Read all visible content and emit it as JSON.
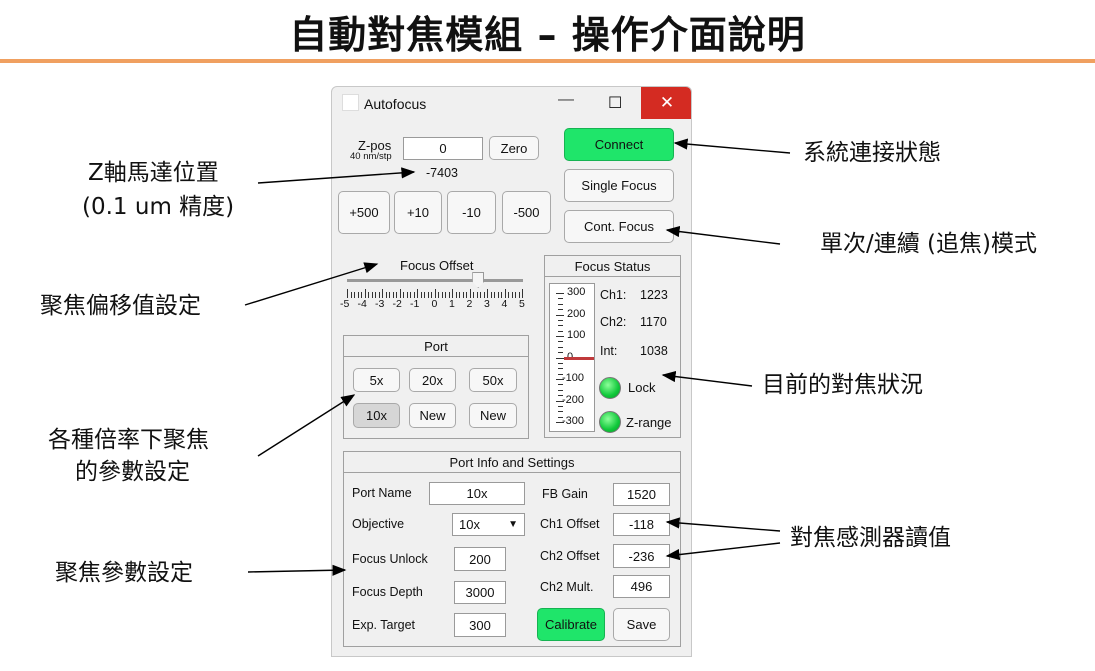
{
  "slide": {
    "title": "自動對焦模組 – 操作介面說明"
  },
  "notes": {
    "connect": "系統連接狀態",
    "zpos_line1": "Z軸馬達位置",
    "zpos_line2": "(0.1 um 精度)",
    "mode": "單次/連續 (追焦)模式",
    "offset": "聚焦偏移值設定",
    "status": "目前的對焦狀況",
    "port_line1": "各種倍率下聚焦",
    "port_line2": "的參數設定",
    "sensor": "對焦感測器讀值",
    "params": "聚焦參數設定"
  },
  "window": {
    "title": "Autofocus",
    "minimize": "—",
    "maximize": "☐",
    "close": "✕"
  },
  "zpos": {
    "label": "Z-pos",
    "unit": "40 nm/stp",
    "value": "0",
    "zero": "Zero",
    "readout": "-7403",
    "steps": [
      "+500",
      "+10",
      "-10",
      "-500"
    ]
  },
  "actions": {
    "connect": "Connect",
    "single": "Single Focus",
    "cont": "Cont. Focus",
    "connect_color": "#1fe56a"
  },
  "offset": {
    "label": "Focus Offset",
    "value": 2.5,
    "min": -5,
    "max": 5,
    "ticks": [
      "-5",
      "-4",
      "-3",
      "-2",
      "-1",
      "0",
      "1",
      "2",
      "3",
      "4",
      "5"
    ]
  },
  "port": {
    "title": "Port",
    "buttons": [
      "5x",
      "20x",
      "50x",
      "10x",
      "New",
      "New"
    ],
    "selected": "10x"
  },
  "status": {
    "title": "Focus Status",
    "scale": [
      "300",
      "200",
      "100",
      "0",
      "-100",
      "-200",
      "-300"
    ],
    "value": 0,
    "ch1_label": "Ch1:",
    "ch1": "1223",
    "ch2_label": "Ch2:",
    "ch2": "1170",
    "int_label": "Int:",
    "int": "1038",
    "lock": "Lock",
    "zrange": "Z-range"
  },
  "info": {
    "title": "Port Info and Settings",
    "port_name_label": "Port Name",
    "port_name": "10x",
    "objective_label": "Objective",
    "objective": "10x",
    "unlock_label": "Focus Unlock",
    "unlock": "200",
    "depth_label": "Focus Depth",
    "depth": "3000",
    "exp_label": "Exp. Target",
    "exp": "300",
    "fb_label": "FB Gain",
    "fb": "1520",
    "ch1off_label": "Ch1 Offset",
    "ch1off": "-118",
    "ch2off_label": "Ch2 Offset",
    "ch2off": "-236",
    "ch2mult_label": "Ch2 Mult.",
    "ch2mult": "496",
    "calibrate": "Calibrate",
    "save": "Save"
  }
}
